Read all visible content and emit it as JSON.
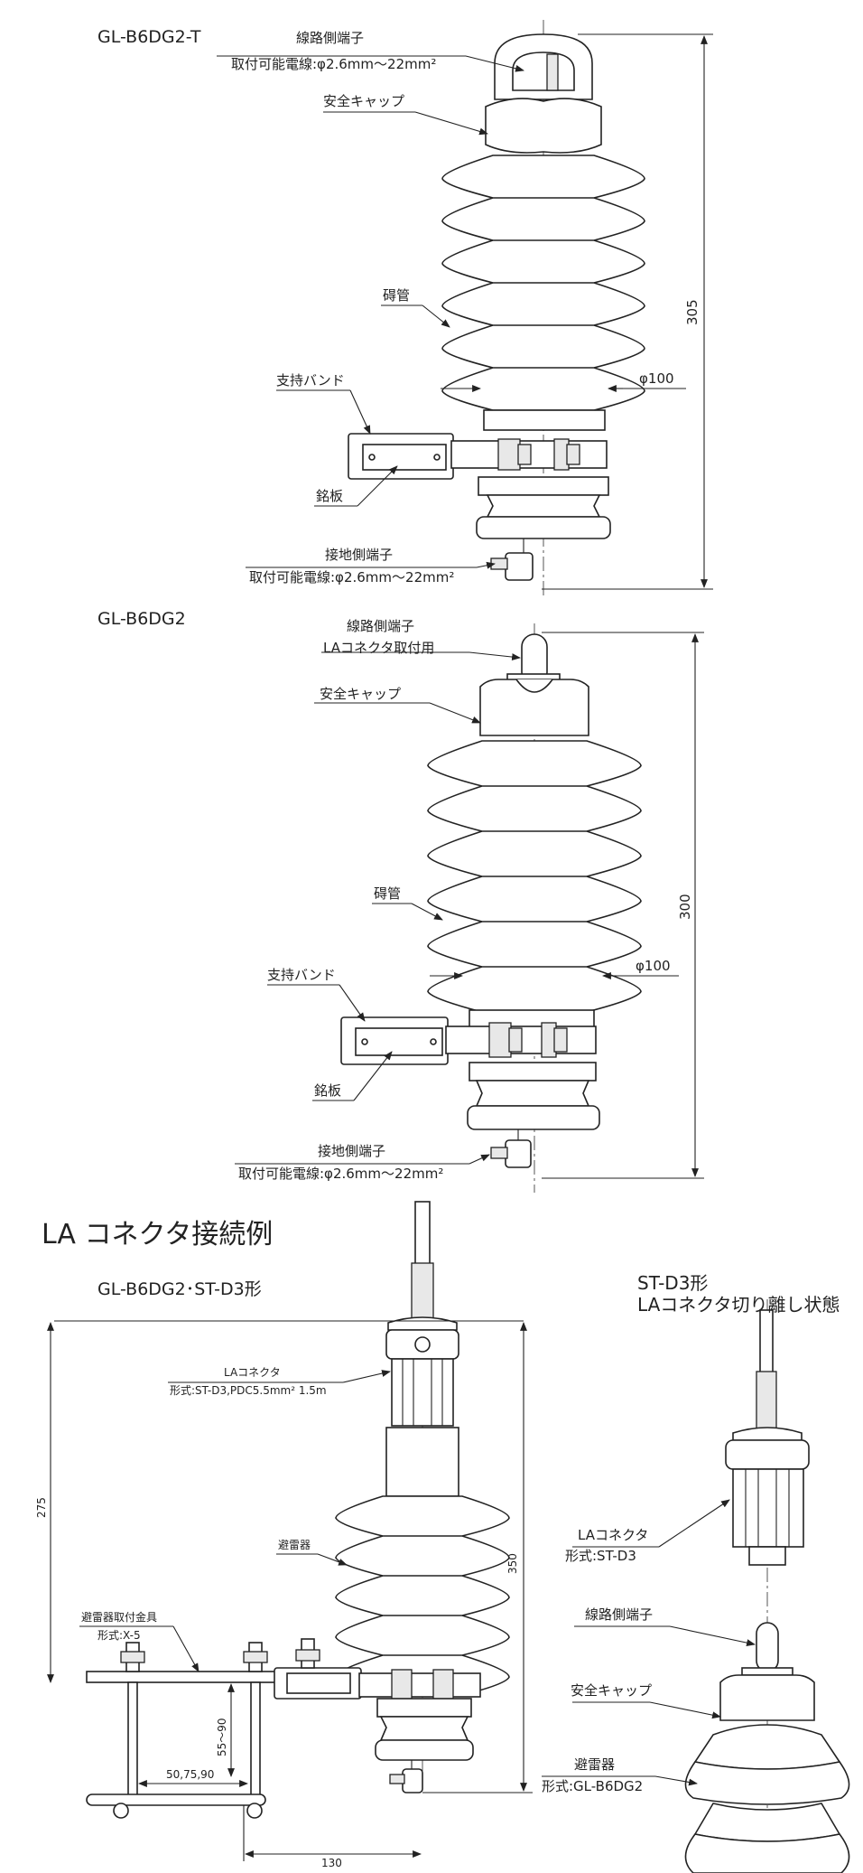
{
  "section_a": {
    "model": "GL-B6DG2-T",
    "line_terminal": "線路側端子",
    "line_wire": "取付可能電線:φ2.6mm～22mm²",
    "safety_cap": "安全キャップ",
    "porcelain": "碍管",
    "support_band": "支持バンド",
    "nameplate": "銘板",
    "ground_terminal": "接地側端子",
    "ground_wire": "取付可能電線:φ2.6mm～22mm²",
    "dim_height": "305",
    "dim_dia": "φ100"
  },
  "section_b": {
    "model": "GL-B6DG2",
    "line_terminal": "線路側端子",
    "line_note": "LAコネクタ取付用",
    "safety_cap": "安全キャップ",
    "porcelain": "碍管",
    "support_band": "支持バンド",
    "nameplate": "銘板",
    "ground_terminal": "接地側端子",
    "ground_wire": "取付可能電線:φ2.6mm～22mm²",
    "dim_height": "300",
    "dim_dia": "φ100"
  },
  "section_c": {
    "heading": "LA コネクタ接続例",
    "model": "GL-B6DG2･ST-D3形",
    "la_connector": "LAコネクタ",
    "la_connector_type": "形式:ST-D3,PDC5.5mm² 1.5m",
    "arrester": "避雷器",
    "bracket": "避雷器取付金具",
    "bracket_type": "形式:X-5",
    "dim_275": "275",
    "dim_350": "350",
    "dim_55_90": "55～90",
    "dim_50_75_90": "50,75,90",
    "dim_130": "130"
  },
  "section_d": {
    "title_line1": "ST-D3形",
    "title_line2": "LAコネクタ切り離し状態",
    "la_connector": "LAコネクタ",
    "la_connector_type": "形式:ST-D3",
    "line_terminal": "線路側端子",
    "safety_cap": "安全キャップ",
    "arrester": "避雷器",
    "arrester_type": "形式:GL-B6DG2"
  }
}
